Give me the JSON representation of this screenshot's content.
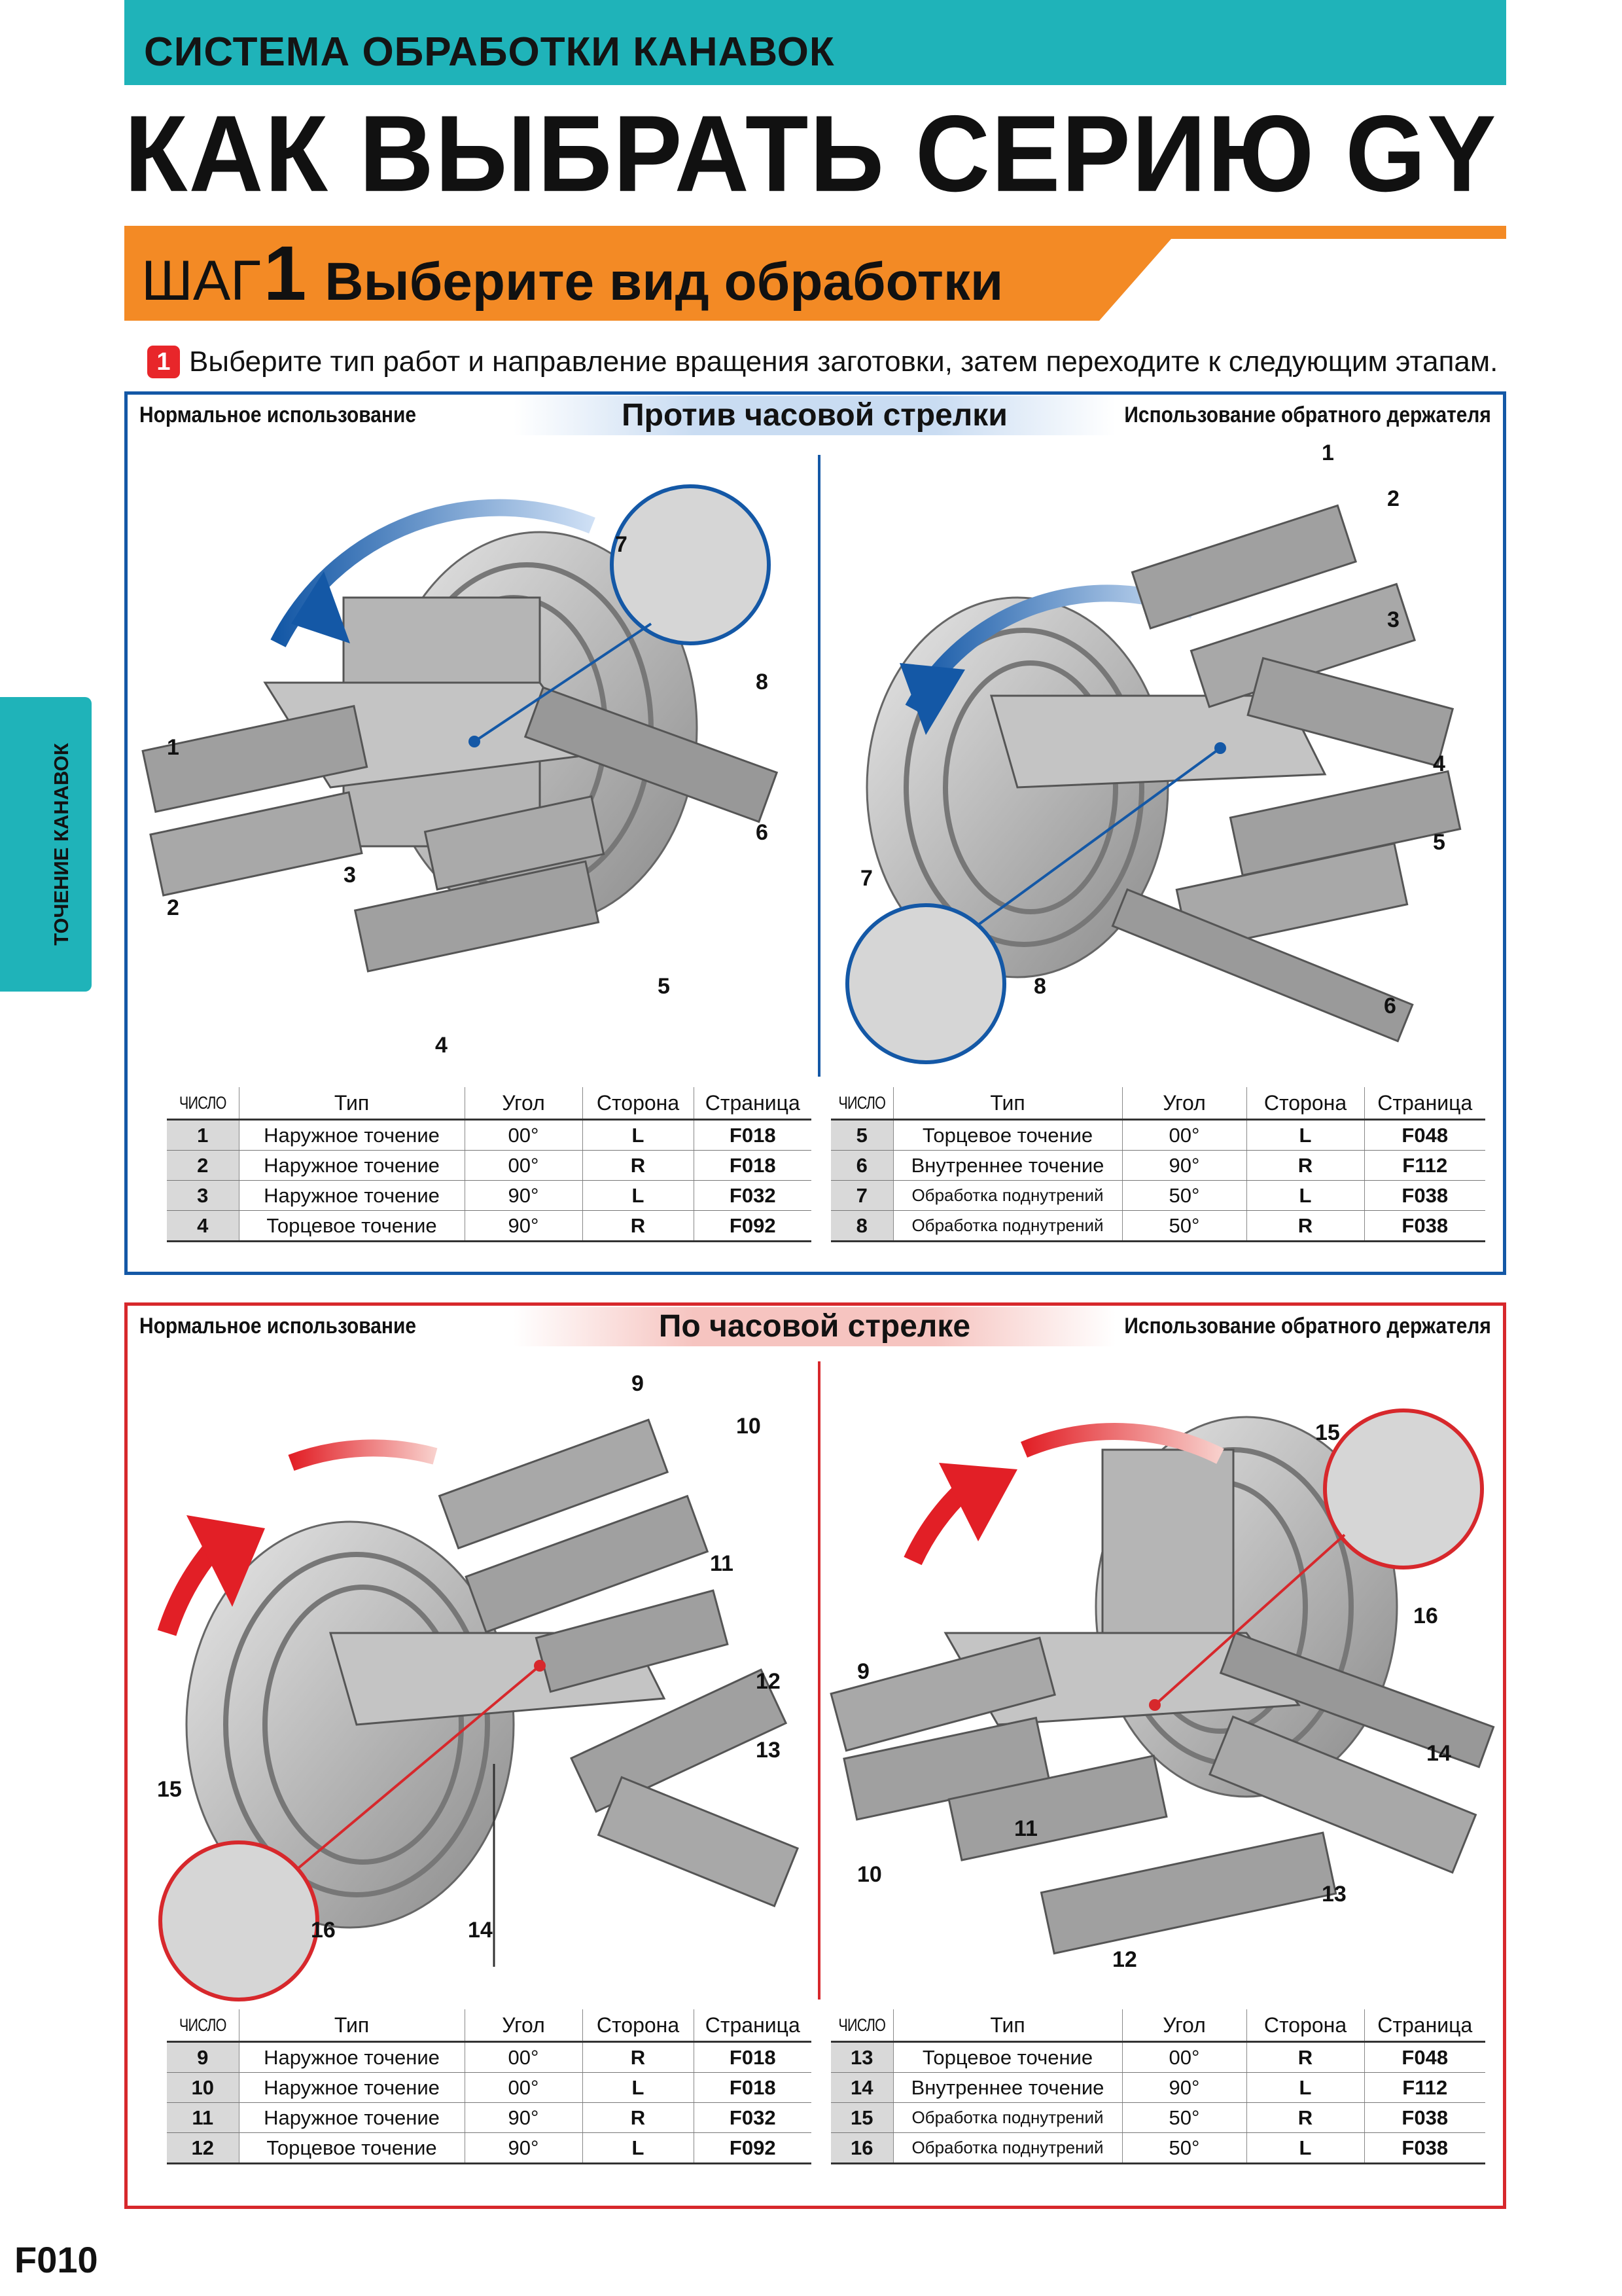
{
  "header": {
    "category": "СИСТЕМА ОБРАБОТКИ КАНАВОК",
    "title": "КАК ВЫБРАТЬ СЕРИЮ GY"
  },
  "step": {
    "label": "ШАГ",
    "number": "1",
    "title": "Выберите вид обработки"
  },
  "instruction": {
    "badge": "1",
    "text": "Выберите тип работ и направление вращения заготовки, затем переходите к следующим этапам."
  },
  "side_tab": "ТОЧЕНИЕ КАНАВОК",
  "colors": {
    "teal": "#1fb3b9",
    "orange": "#f38a25",
    "blue": "#1458a6",
    "red": "#d7282c"
  },
  "panels": [
    {
      "left_label": "Нормальное использование",
      "rotation": "Против часовой стрелки",
      "right_label": "Использование обратного держателя",
      "callouts_left": [
        "1",
        "2",
        "3",
        "4",
        "5",
        "6",
        "7",
        "8"
      ],
      "callouts_right": [
        "1",
        "2",
        "3",
        "4",
        "5",
        "6",
        "7",
        "8"
      ],
      "tables": [
        {
          "headers": [
            "ЧИСЛО",
            "Тип",
            "Угол",
            "Сторона",
            "Страница"
          ],
          "rows": [
            [
              "1",
              "Наружное точение",
              "00°",
              "L",
              "F018"
            ],
            [
              "2",
              "Наружное точение",
              "00°",
              "R",
              "F018"
            ],
            [
              "3",
              "Наружное точение",
              "90°",
              "L",
              "F032"
            ],
            [
              "4",
              "Торцевое точение",
              "90°",
              "R",
              "F092"
            ]
          ]
        },
        {
          "headers": [
            "ЧИСЛО",
            "Тип",
            "Угол",
            "Сторона",
            "Страница"
          ],
          "rows": [
            [
              "5",
              "Торцевое точение",
              "00°",
              "L",
              "F048"
            ],
            [
              "6",
              "Внутреннее точение",
              "90°",
              "R",
              "F112"
            ],
            [
              "7",
              "Обработка поднутрений",
              "50°",
              "L",
              "F038"
            ],
            [
              "8",
              "Обработка поднутрений",
              "50°",
              "R",
              "F038"
            ]
          ]
        }
      ]
    },
    {
      "left_label": "Нормальное использование",
      "rotation": "По часовой стрелке",
      "right_label": "Использование обратного держателя",
      "callouts_left": [
        "9",
        "10",
        "11",
        "12",
        "13",
        "14",
        "15",
        "16"
      ],
      "callouts_right": [
        "9",
        "10",
        "11",
        "12",
        "13",
        "14",
        "15",
        "16"
      ],
      "tables": [
        {
          "headers": [
            "ЧИСЛО",
            "Тип",
            "Угол",
            "Сторона",
            "Страница"
          ],
          "rows": [
            [
              "9",
              "Наружное точение",
              "00°",
              "R",
              "F018"
            ],
            [
              "10",
              "Наружное точение",
              "00°",
              "L",
              "F018"
            ],
            [
              "11",
              "Наружное точение",
              "90°",
              "R",
              "F032"
            ],
            [
              "12",
              "Торцевое точение",
              "90°",
              "L",
              "F092"
            ]
          ]
        },
        {
          "headers": [
            "ЧИСЛО",
            "Тип",
            "Угол",
            "Сторона",
            "Страница"
          ],
          "rows": [
            [
              "13",
              "Торцевое точение",
              "00°",
              "R",
              "F048"
            ],
            [
              "14",
              "Внутреннее точение",
              "90°",
              "L",
              "F112"
            ],
            [
              "15",
              "Обработка поднутрений",
              "50°",
              "R",
              "F038"
            ],
            [
              "16",
              "Обработка поднутрений",
              "50°",
              "L",
              "F038"
            ]
          ]
        }
      ]
    }
  ],
  "page_number": "F010"
}
